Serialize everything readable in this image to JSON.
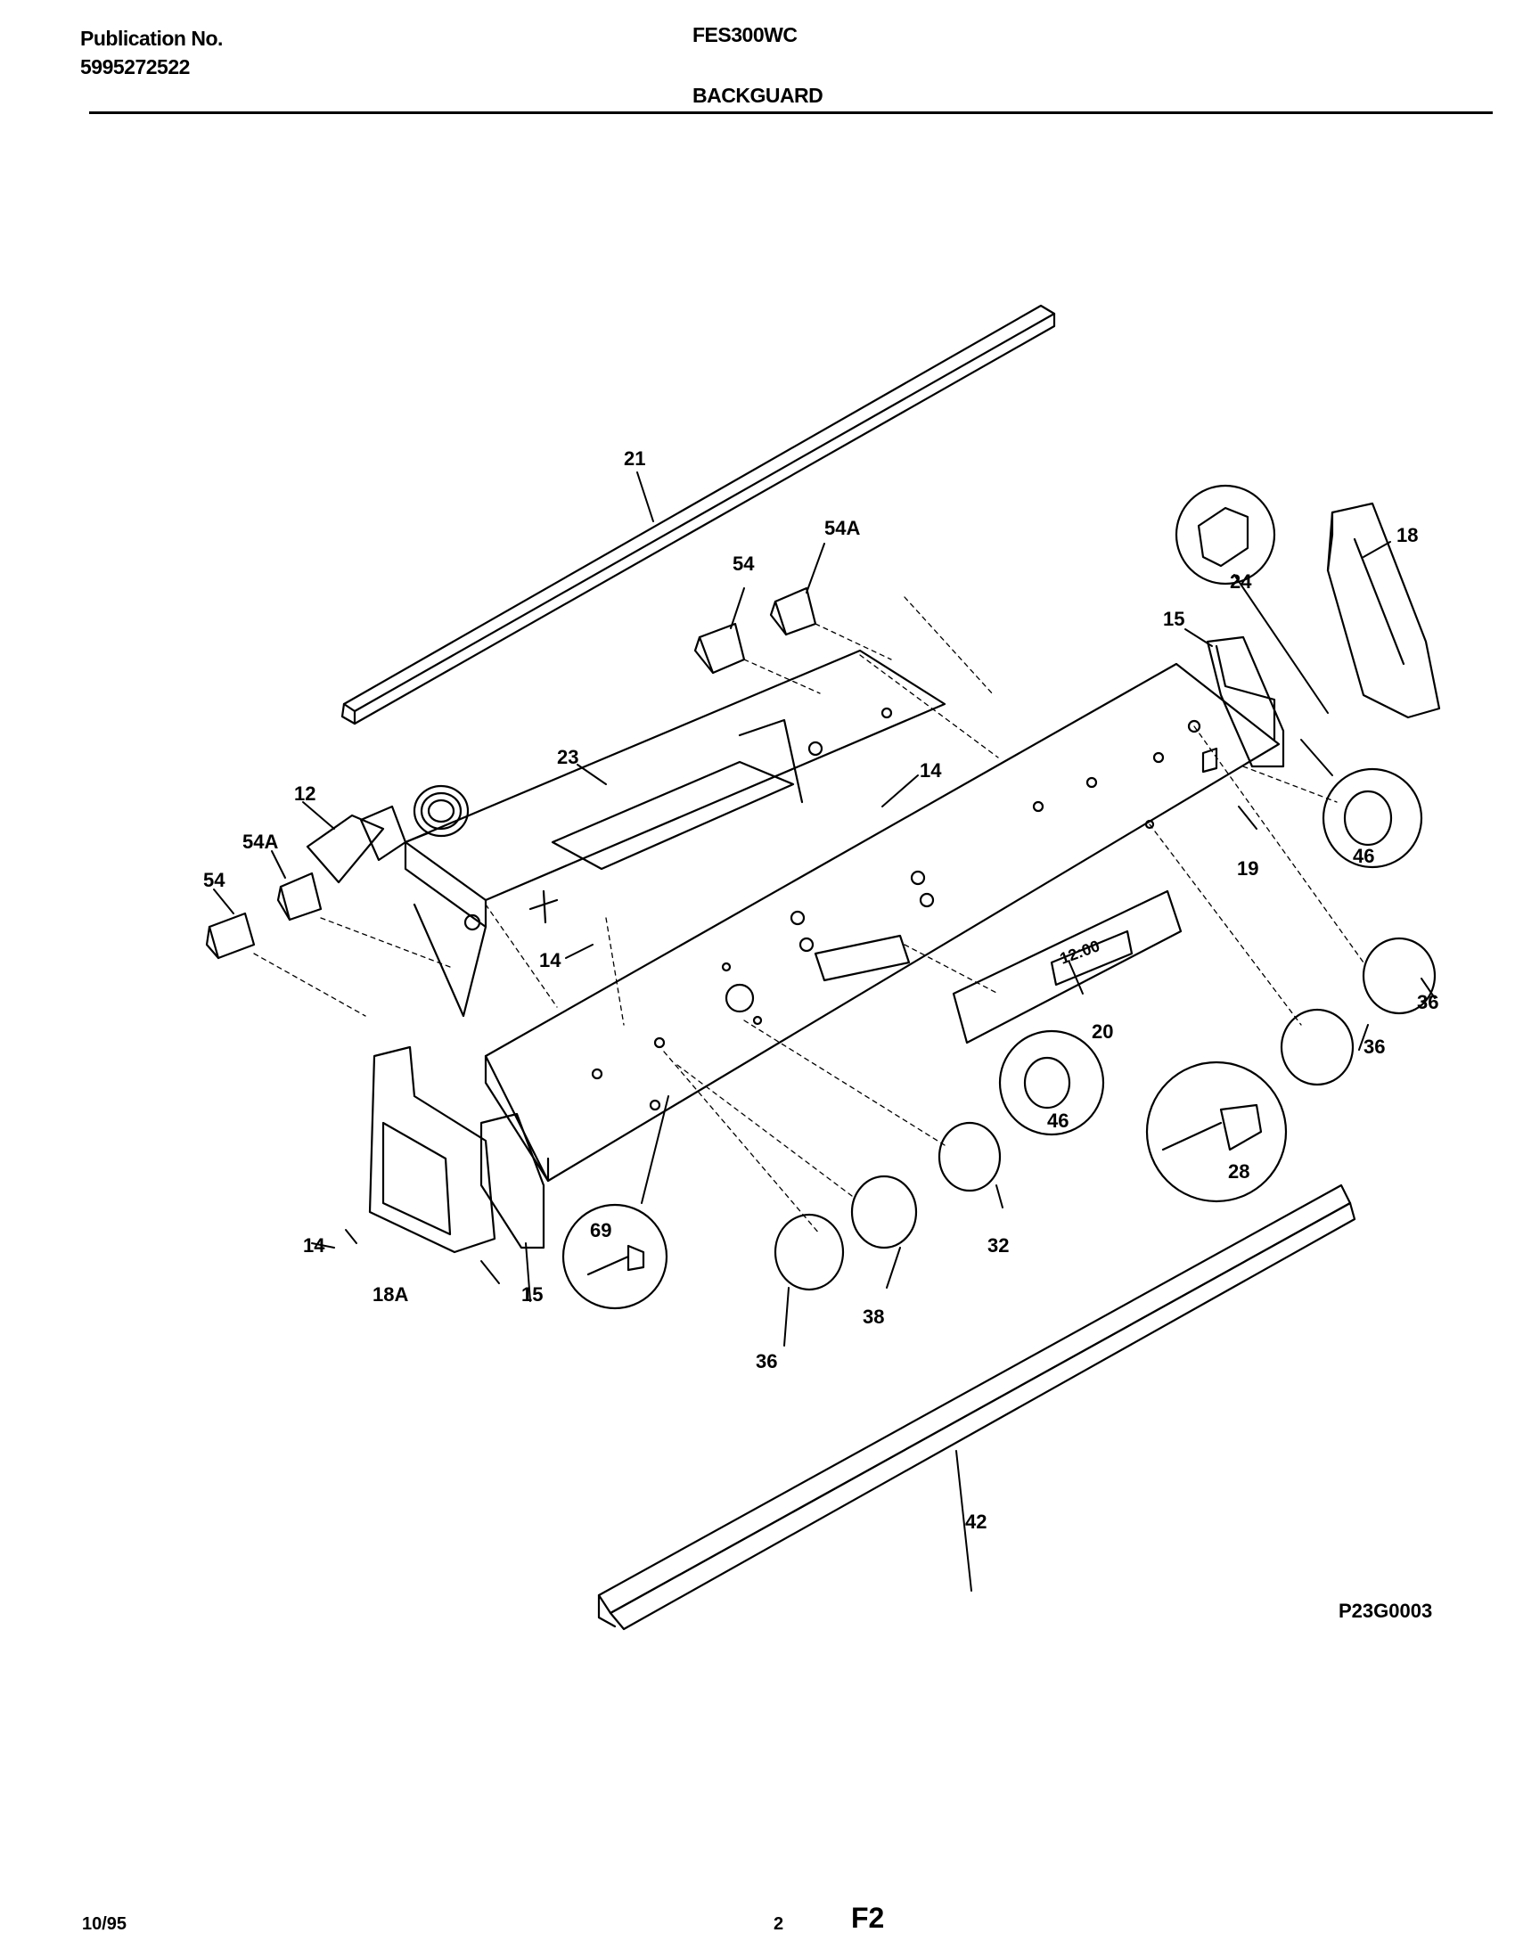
{
  "header": {
    "publication_label": "Publication No.",
    "publication_number": "5995272522",
    "model": "FES300WC",
    "section": "BACKGUARD"
  },
  "figure_id": "P23G0003",
  "footer": {
    "date": "10/95",
    "page": "2",
    "code": "F2"
  },
  "parts": {
    "p21": "21",
    "p54_top": "54",
    "p54a_top": "54A",
    "p24": "24",
    "p18": "18",
    "p15_right": "15",
    "p23": "23",
    "p14_mid": "14",
    "p12": "12",
    "p54a_left": "54A",
    "p54_left": "54",
    "p46_right": "46",
    "p19": "19",
    "p14_left": "14",
    "p20": "20",
    "p36_far": "36",
    "p36_right": "36",
    "p46_mid": "46",
    "p28": "28",
    "p69": "69",
    "p32": "32",
    "p14_bottom": "14",
    "p18a": "18A",
    "p15_left": "15",
    "p38": "38",
    "p36_bottom": "36",
    "p42": "42"
  },
  "display_readout": "12:00"
}
